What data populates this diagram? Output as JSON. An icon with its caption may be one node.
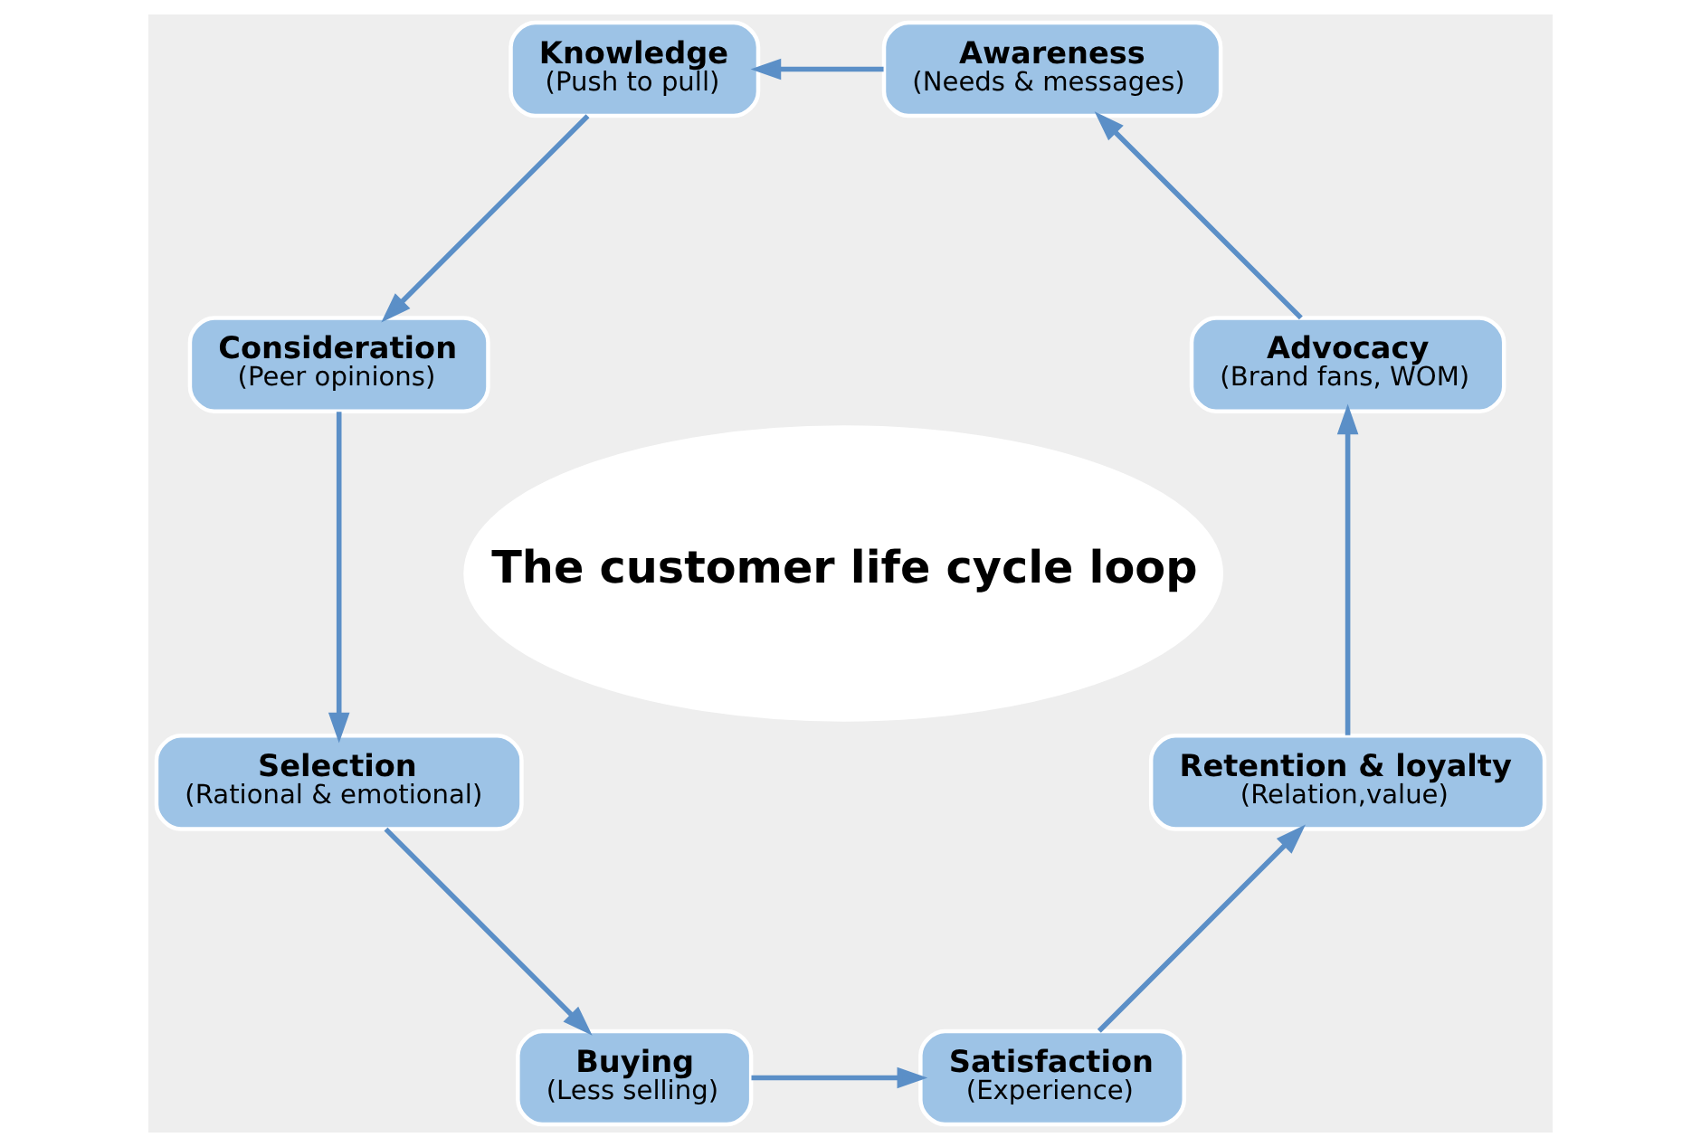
{
  "diagram": {
    "nodes": [
      {
        "text": [
          "The customer life cycle loop"
        ]
      },
      {
        "text": [
          "Advocacy",
          "(Brand fans, WOM)"
        ]
      },
      {
        "text": [
          "Awareness",
          "(Needs & messages)"
        ]
      },
      {
        "text": [
          "Knowledge",
          "(Push to pull)"
        ]
      },
      {
        "text": [
          "Consideration",
          "(Peer opinions)"
        ]
      },
      {
        "text": [
          "Selection",
          "(Rational & emotional)"
        ]
      },
      {
        "text": [
          "Buying",
          "(Less selling)"
        ]
      },
      {
        "text": [
          "Satisfaction",
          "(Experience)"
        ]
      },
      {
        "text": [
          "Retention & loyalty",
          "(Relation,value)"
        ]
      }
    ],
    "edges": [
      {
        "from": 1,
        "to": 2,
        "arrow": "to"
      },
      {
        "from": 2,
        "to": 3,
        "arrow": "to"
      },
      {
        "from": 3,
        "to": 4,
        "arrow": "to"
      },
      {
        "from": 4,
        "to": 5,
        "arrow": "to"
      },
      {
        "from": 5,
        "to": 6,
        "arrow": "to"
      },
      {
        "from": 6,
        "to": 7,
        "arrow": "to"
      },
      {
        "from": 7,
        "to": 8,
        "arrow": "to"
      },
      {
        "from": 8,
        "to": 1,
        "arrow": "to"
      }
    ]
  }
}
